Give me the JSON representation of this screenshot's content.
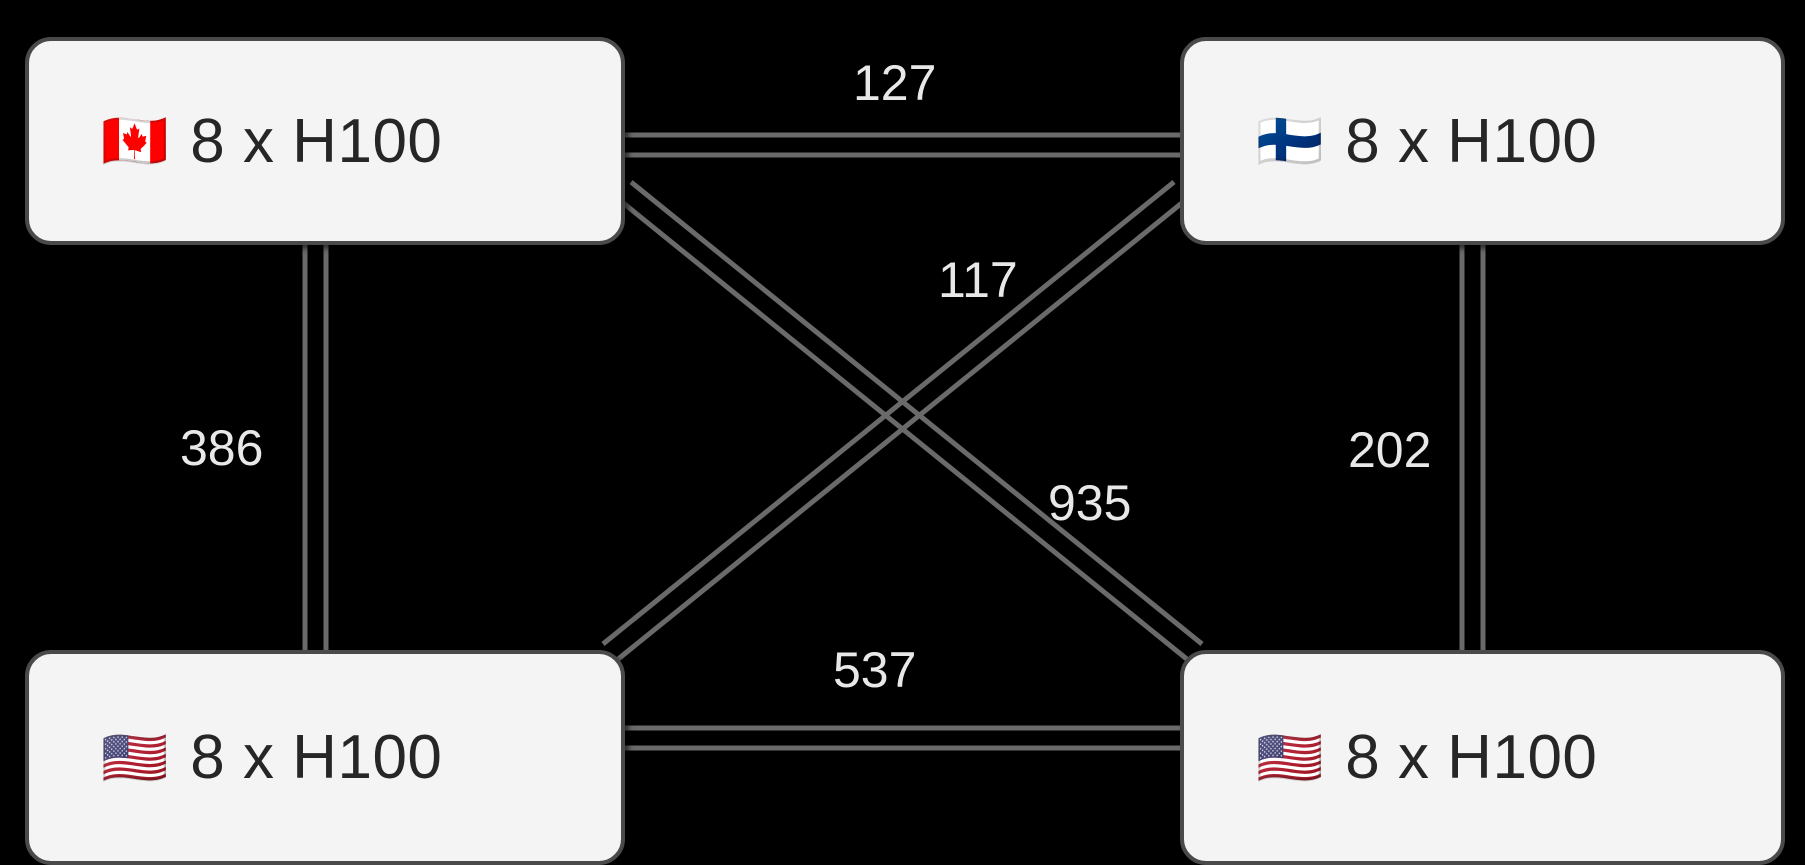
{
  "diagram": {
    "type": "gpu-cluster-topology",
    "background_color": "#000000",
    "node_fill": "#f4f4f4",
    "node_border": "#4a4a4a",
    "edge_color": "#6a6a6a",
    "label_color": "#e8e8e8",
    "nodes": [
      {
        "id": "ca-top-left",
        "flag": "🇨🇦",
        "flag_name": "flag-canada",
        "label": "8 x H100",
        "position": "top-left"
      },
      {
        "id": "fi-top-right",
        "flag": "🇫🇮",
        "flag_name": "flag-finland",
        "label": "8 x H100",
        "position": "top-right"
      },
      {
        "id": "us-bottom-left",
        "flag": "🇺🇸",
        "flag_name": "flag-united-states",
        "label": "8 x H100",
        "position": "bottom-left"
      },
      {
        "id": "us-bottom-right",
        "flag": "🇺🇸",
        "flag_name": "flag-united-states",
        "label": "8 x H100",
        "position": "bottom-right"
      }
    ],
    "edges": [
      {
        "id": "top",
        "from": "ca-top-left",
        "to": "fi-top-right",
        "value": "127"
      },
      {
        "id": "left",
        "from": "ca-top-left",
        "to": "us-bottom-left",
        "value": "386"
      },
      {
        "id": "right",
        "from": "fi-top-right",
        "to": "us-bottom-right",
        "value": "202"
      },
      {
        "id": "bottom",
        "from": "us-bottom-left",
        "to": "us-bottom-right",
        "value": "537"
      },
      {
        "id": "diag-a",
        "from": "ca-top-left",
        "to": "us-bottom-right",
        "value": "117"
      },
      {
        "id": "diag-b",
        "from": "fi-top-right",
        "to": "us-bottom-left",
        "value": "935"
      }
    ]
  }
}
